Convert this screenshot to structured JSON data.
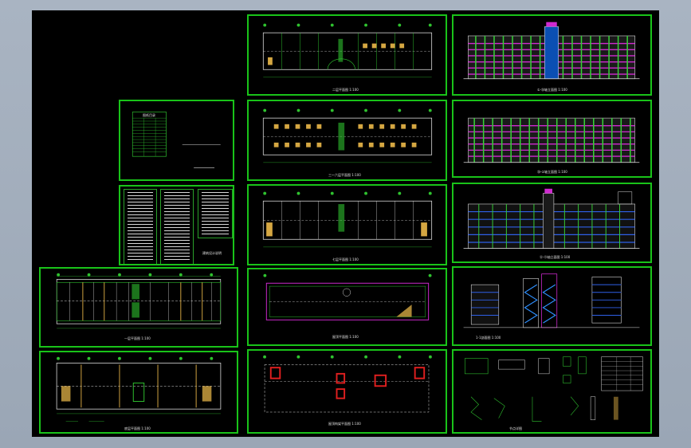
{
  "app": {
    "background": "#9aa6b5",
    "canvas_color": "#000000",
    "frame_color": "#19c319"
  },
  "sheets": {
    "cover": {
      "title": "图纸目录",
      "note": "—————————————————"
    },
    "notes": {
      "title": "建筑设计说明"
    },
    "plan_a": {
      "title": "一层平面图 1:100"
    },
    "plan_b": {
      "title": "底层平面图 1:100"
    },
    "plan_1": {
      "title": "二层平面图 1:100"
    },
    "plan_2": {
      "title": "三～六层平面图 1:100"
    },
    "plan_3": {
      "title": "七层平面图 1:100"
    },
    "plan_4": {
      "title": "屋顶平面图 1:100"
    },
    "plan_5": {
      "title": "屋顶构架平面图 1:100"
    },
    "elev_1": {
      "title": "①-⑳轴立面图 1:100"
    },
    "elev_2": {
      "title": "⑳-①轴立面图 1:100"
    },
    "elev_3": {
      "title": "Ⓐ-Ⓓ轴立面图 1:100"
    },
    "section": {
      "title": "1-1剖面图 1:100"
    },
    "details": {
      "title": "节点详图"
    }
  }
}
